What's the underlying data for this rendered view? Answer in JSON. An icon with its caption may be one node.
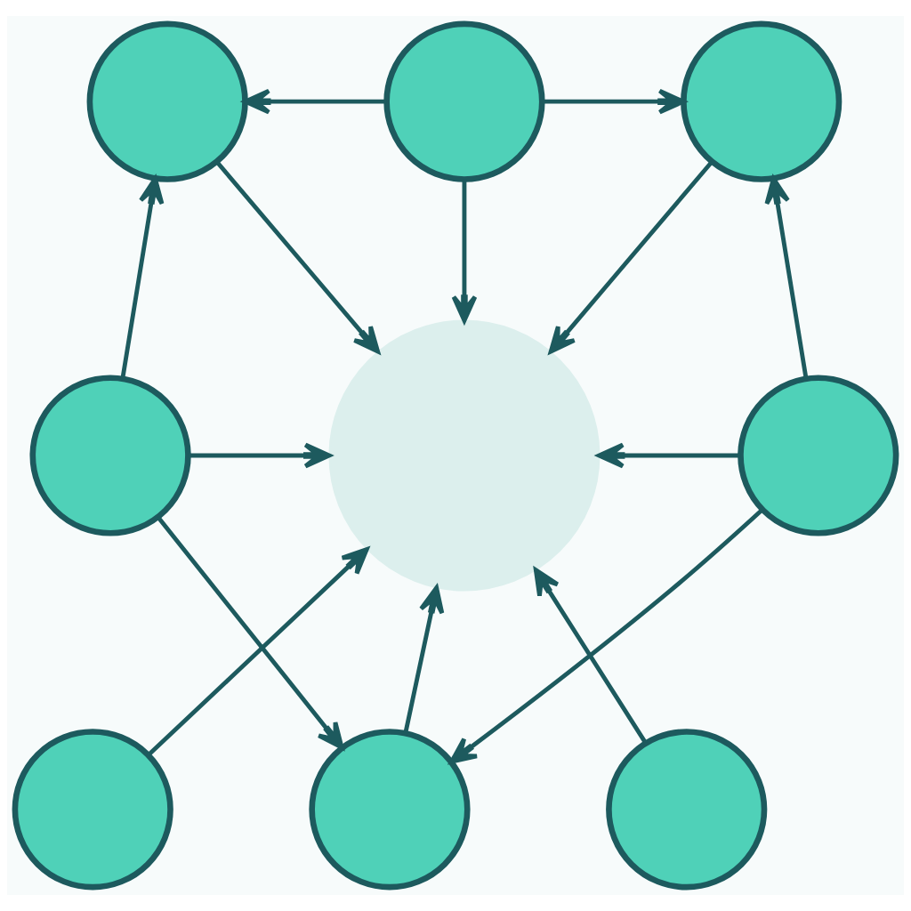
{
  "diagram": {
    "nodes": [
      {
        "text": [],
        "shape": "person"
      },
      {
        "text": [],
        "shape": "person"
      },
      {
        "text": [],
        "shape": "person"
      },
      {
        "text": [],
        "shape": "person"
      },
      {
        "text": [],
        "shape": "circle"
      },
      {
        "text": [],
        "shape": "person"
      },
      {
        "text": [],
        "shape": "person"
      },
      {
        "text": [],
        "shape": "person"
      },
      {
        "text": [],
        "shape": "person"
      }
    ],
    "edges": [
      {
        "from": 1,
        "to": 0,
        "arrow": "to"
      },
      {
        "from": 1,
        "to": 2,
        "arrow": "to"
      },
      {
        "from": 0,
        "to": 4,
        "arrow": "to"
      },
      {
        "from": 1,
        "to": 4,
        "arrow": "to"
      },
      {
        "from": 2,
        "to": 4,
        "arrow": "to"
      },
      {
        "from": 3,
        "to": 0,
        "arrow": "to"
      },
      {
        "from": 5,
        "to": 2,
        "arrow": "to"
      },
      {
        "from": 3,
        "to": 4,
        "arrow": "to"
      },
      {
        "from": 5,
        "to": 4,
        "arrow": "to"
      },
      {
        "from": 6,
        "to": 4,
        "arrow": "to"
      },
      {
        "from": 7,
        "to": 4,
        "arrow": "to"
      },
      {
        "from": 8,
        "to": 4,
        "arrow": "to"
      },
      {
        "from": 3,
        "to": 7,
        "arrow": "to"
      },
      {
        "from": 5,
        "to": 7,
        "arrow": "to"
      }
    ]
  }
}
